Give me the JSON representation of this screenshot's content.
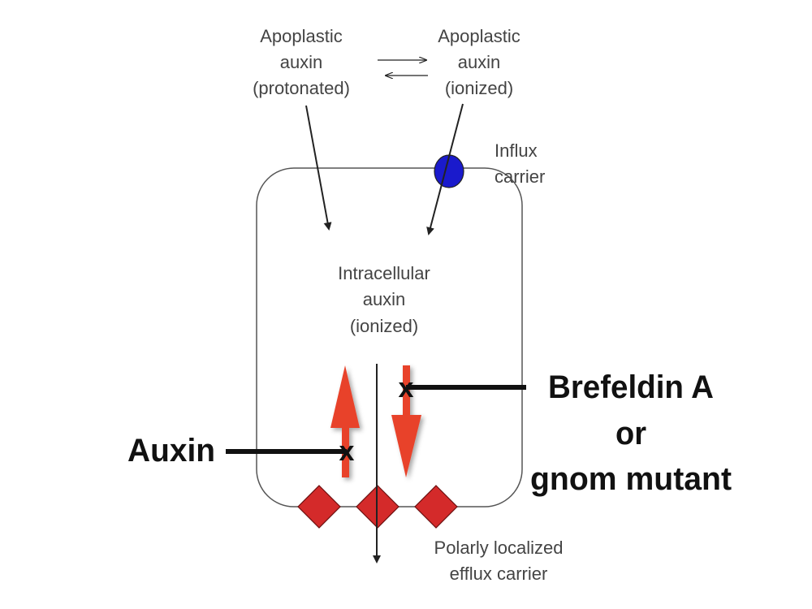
{
  "diagram": {
    "apoplastic_protonated": [
      "Apoplastic",
      "auxin",
      "(protonated)"
    ],
    "apoplastic_ionized": [
      "Apoplastic",
      "auxin",
      "(ionized)"
    ],
    "influx_carrier": [
      "Influx",
      "carrier"
    ],
    "intracellular": [
      "Intracellular",
      "auxin",
      "(ionized)"
    ],
    "efflux_carrier": [
      "Polarly localized",
      "efflux carrier"
    ],
    "inhibitor_auxin": "Auxin",
    "inhibitor_brefeldin": [
      "Brefeldin A",
      "or",
      "gnom mutant"
    ],
    "block_mark": "x",
    "colors": {
      "influx": "#1a1acc",
      "efflux": "#d42a2a",
      "red_arrow": "#e8432a"
    }
  }
}
